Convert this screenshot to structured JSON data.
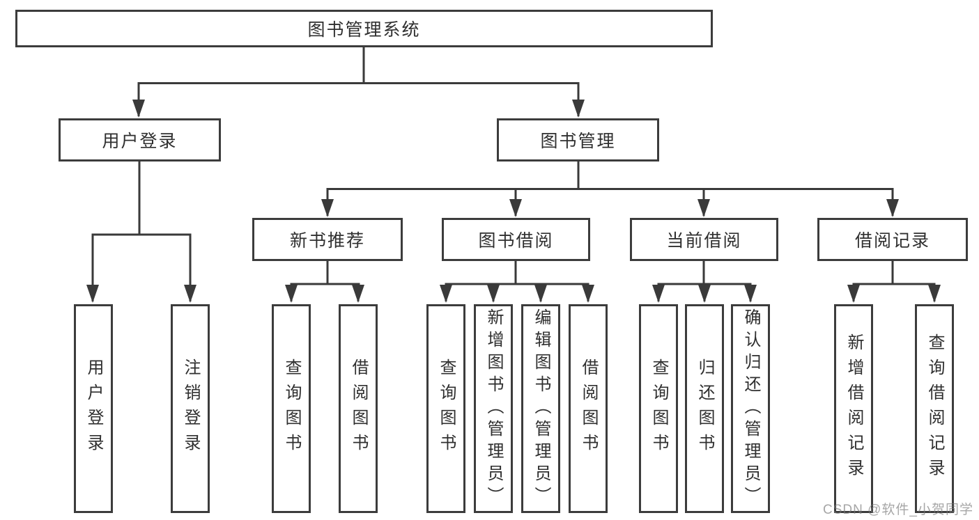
{
  "colors": {
    "line": "#3a3a3a",
    "border": "#3c3c3c",
    "text": "#2f2f2f",
    "background": "#ffffff",
    "watermark_gray": "#a9a9a9"
  },
  "diagram": {
    "root": {
      "label": "图书管理系统"
    },
    "level2": {
      "user_login": {
        "label": "用户登录"
      },
      "book_management": {
        "label": "图书管理"
      }
    },
    "user_login_children": {
      "login": {
        "label": "用户登录"
      },
      "logout": {
        "label": "注销登录"
      }
    },
    "book_management_children": {
      "new_book_recommend": {
        "label": "新书推荐"
      },
      "book_borrow": {
        "label": "图书借阅"
      },
      "current_borrow": {
        "label": "当前借阅"
      },
      "borrow_record": {
        "label": "借阅记录"
      }
    },
    "new_book_recommend_children": {
      "query_book": {
        "label": "查询图书"
      },
      "borrow_book": {
        "label": "借阅图书"
      }
    },
    "book_borrow_children": {
      "query_book": {
        "label": "查询图书"
      },
      "add_book_admin": {
        "label": "新增图书（管理员）"
      },
      "edit_book_admin": {
        "label": "编辑图书（管理员）"
      },
      "borrow_book": {
        "label": "借阅图书"
      }
    },
    "current_borrow_children": {
      "query_book": {
        "label": "查询图书"
      },
      "return_book": {
        "label": "归还图书"
      },
      "confirm_return_admin": {
        "label": "确认归还（管理员）"
      }
    },
    "borrow_record_children": {
      "add_borrow_record": {
        "label": "新增借阅记录"
      },
      "query_borrow_record": {
        "label": "查询借阅记录"
      }
    }
  },
  "watermark": {
    "text": "CSDN @软件_小贺同学"
  }
}
